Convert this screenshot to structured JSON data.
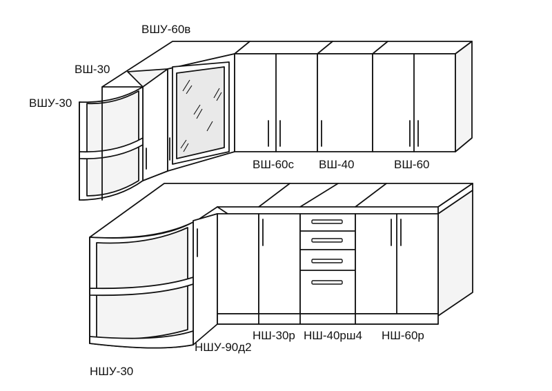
{
  "labels": {
    "vshu_60v": "ВШУ-60в",
    "vsh_30": "ВШ-30",
    "vshu_30": "ВШУ-30",
    "vsh_60s": "ВШ-60с",
    "vsh_40": "ВШ-40",
    "vsh_60": "ВШ-60",
    "nsh_30r": "НШ-30р",
    "nsh_40rsh4": "НШ-40рш4",
    "nsh_60r": "НШ-60р",
    "nshu_90d2": "НШУ-90д2",
    "nshu_30": "НШУ-30"
  }
}
